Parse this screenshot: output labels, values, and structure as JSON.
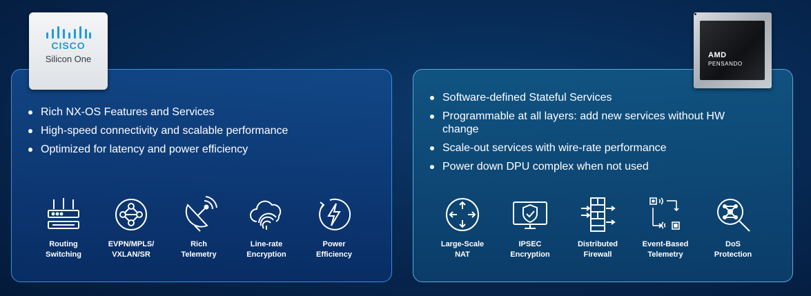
{
  "left_panel": {
    "logo": {
      "cisco": "CISCO",
      "product": "Silicon One"
    },
    "bullets": [
      "Rich NX-OS Features and Services",
      "High-speed connectivity and scalable performance",
      "Optimized for latency and power efficiency"
    ],
    "features": [
      {
        "label": "Routing\nSwitching",
        "icon": "router-icon"
      },
      {
        "label": "EVPN/MPLS/\nVXLAN/SR",
        "icon": "network-hub-icon"
      },
      {
        "label": "Rich\nTelemetry",
        "icon": "satellite-dish-icon"
      },
      {
        "label": "Line-rate\nEncryption",
        "icon": "cloud-fingerprint-icon"
      },
      {
        "label": "Power\nEfficiency",
        "icon": "power-bolt-icon"
      }
    ]
  },
  "right_panel": {
    "logo": {
      "amd": "AMD",
      "pensando": "PENSANDO"
    },
    "bullets": [
      "Software-defined Stateful Services",
      "Programmable at all layers: add new services without HW change",
      "Scale-out services with wire-rate performance",
      "Power down DPU complex when not used"
    ],
    "features": [
      {
        "label": "Large-Scale\nNAT",
        "icon": "nat-arrows-icon"
      },
      {
        "label": "IPSEC\nEncryption",
        "icon": "shield-monitor-icon"
      },
      {
        "label": "Distributed\nFirewall",
        "icon": "firewall-icon"
      },
      {
        "label": "Event-Based\nTelemetry",
        "icon": "event-flow-icon"
      },
      {
        "label": "DoS\nProtection",
        "icon": "dos-search-icon"
      }
    ]
  },
  "colors": {
    "cisco_blue": "#1f9bd7",
    "left_border": "#3d8fe0",
    "right_border": "#5fa9d6"
  }
}
